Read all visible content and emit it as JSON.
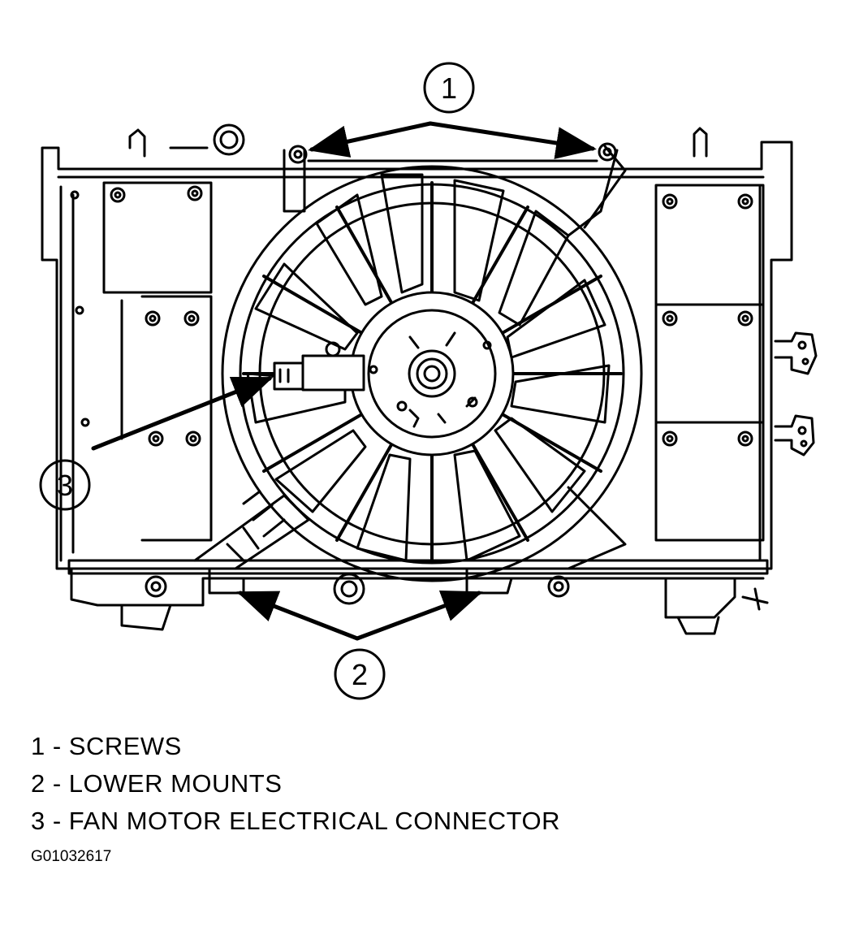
{
  "callouts": [
    {
      "number": "1"
    },
    {
      "number": "2"
    },
    {
      "number": "3"
    }
  ],
  "legend": [
    {
      "number": "1",
      "label": "SCREWS",
      "text": "1 - SCREWS"
    },
    {
      "number": "2",
      "label": "LOWER MOUNTS",
      "text": "2 - LOWER MOUNTS"
    },
    {
      "number": "3",
      "label": "FAN MOTOR ELECTRICAL CONNECTOR",
      "text": "3 - FAN MOTOR ELECTRICAL CONNECTOR"
    }
  ],
  "figure_id": "G01032617"
}
